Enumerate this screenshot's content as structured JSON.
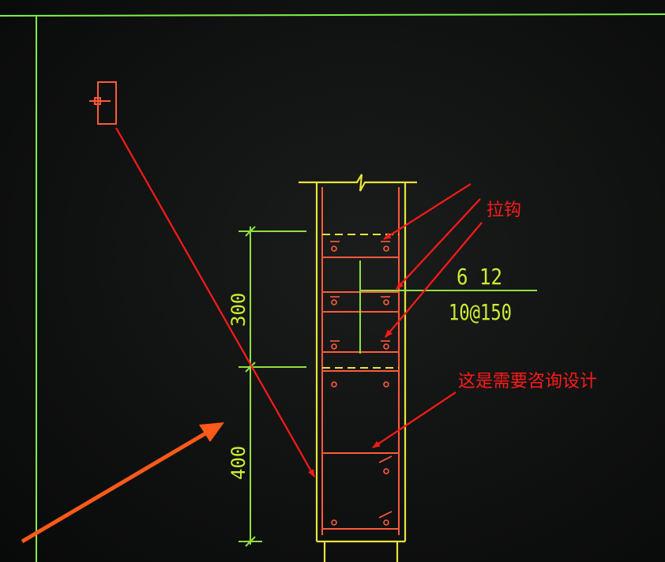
{
  "drawing": {
    "dimensions": [
      "300",
      "400"
    ],
    "rebar_main": "6 12",
    "rebar_stirrup": "10@150"
  },
  "annotations": {
    "tie_label": "拉钩",
    "question_label": "这是需要咨询设计"
  },
  "colors": {
    "background": "#0f1110",
    "border_line": "#7df24a",
    "dimension": "#8fe040",
    "section_outline": "#e8e23a",
    "stirrup": "#ff5a3c",
    "annotation": "#ff1a1a",
    "big_arrow": "#ff5a1a"
  }
}
